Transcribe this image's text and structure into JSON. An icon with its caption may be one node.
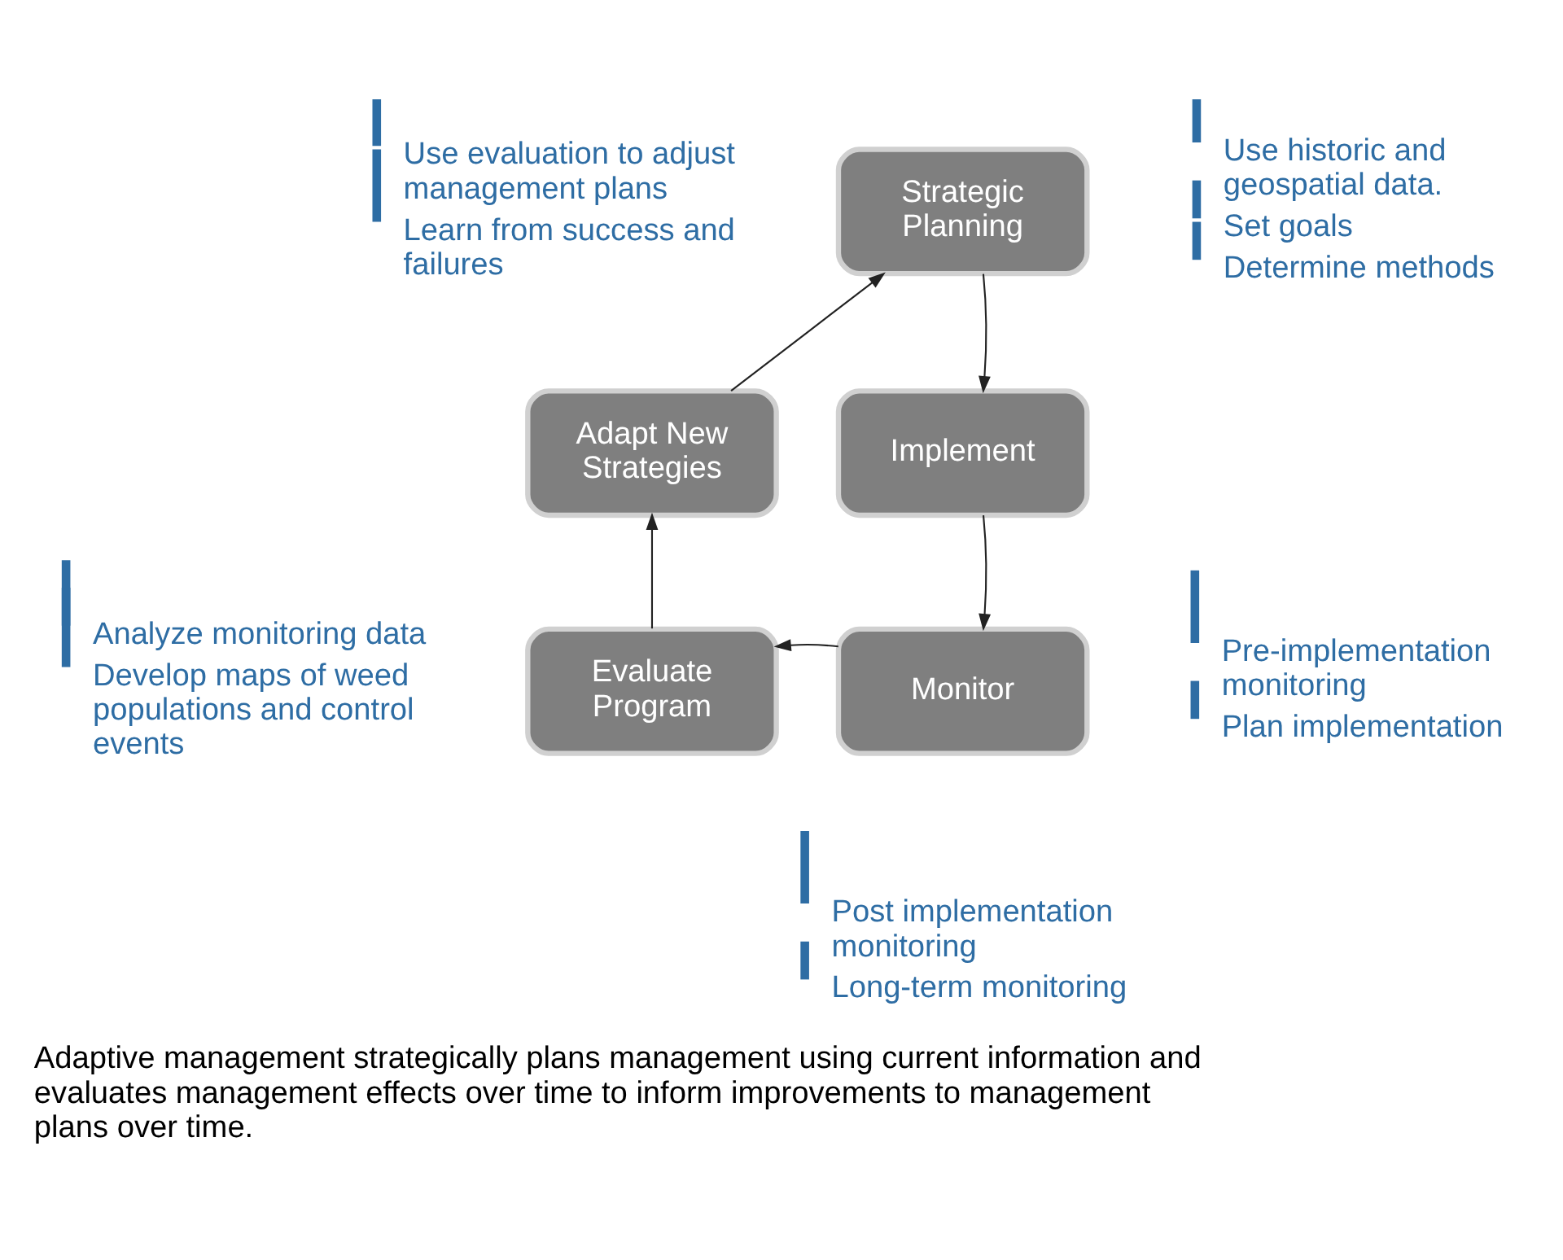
{
  "diagram": {
    "caption": "Adaptive management strategically plans management using current information and evaluates management effects over time to inform improvements to management plans over time.",
    "nodes": [
      {
        "text": [
          "Strategic Planning"
        ],
        "beside": [
          "Use historic and geospatial data.",
          "Set goals",
          "Determine methods"
        ]
      },
      {
        "text": [
          "Implement"
        ],
        "beside": [
          "Pre-implementation monitoring",
          "Plan implementation"
        ]
      },
      {
        "text": [
          "Monitor"
        ],
        "beside": [
          "Post implementation monitoring",
          "Long-term monitoring"
        ]
      },
      {
        "text": [
          "Evaluate Program"
        ],
        "beside": [
          "Analyze monitoring data",
          "Develop maps of weed populations and control events"
        ]
      },
      {
        "text": [
          "Adapt New Strategies"
        ],
        "beside": [
          "Use evaluation to adjust management plans",
          "Learn from success and failures"
        ]
      }
    ],
    "edges": [
      {
        "from": 0,
        "to": 1,
        "arrow": "to"
      },
      {
        "from": 1,
        "to": 2,
        "arrow": "to"
      },
      {
        "from": 2,
        "to": 3,
        "arrow": "to"
      },
      {
        "from": 3,
        "to": 4,
        "arrow": "to"
      },
      {
        "from": 4,
        "to": 0,
        "arrow": "to"
      }
    ]
  }
}
